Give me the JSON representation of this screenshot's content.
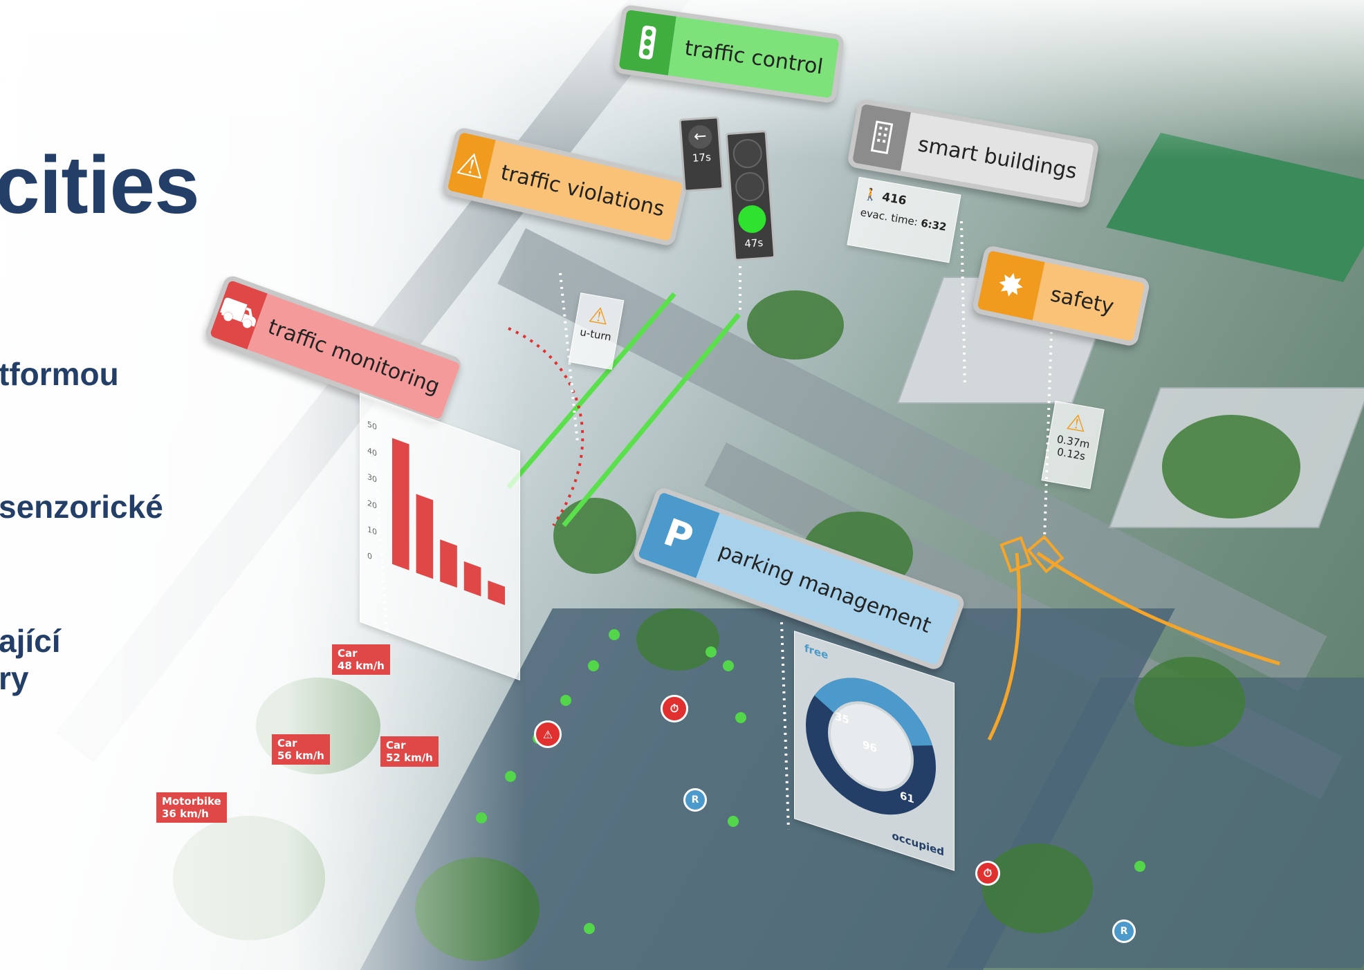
{
  "headline": {
    "title": "cities",
    "bullet1": "tformou",
    "bullet2": "senzorické",
    "bullet3_line1": "ající",
    "bullet3_line2": "ry"
  },
  "signs": {
    "traffic_control": "traffic control",
    "traffic_violations": "traffic violations",
    "smart_buildings": "smart buildings",
    "safety": "safety",
    "traffic_monitoring": "traffic monitoring",
    "parking_management": "parking management",
    "parking_letter": "P"
  },
  "traffic_light": {
    "arrow_timer": "17s",
    "green_timer": "47s"
  },
  "uturn_label": "u-turn",
  "building_info": {
    "occupants": "416",
    "evac_label": "evac. time:",
    "evac_value": "6:32"
  },
  "safety_info": {
    "distance": "0.37m",
    "time": "0.12s"
  },
  "monitoring_chart": {
    "ticks": [
      "50",
      "40",
      "30",
      "20",
      "10",
      "0"
    ],
    "bars": [
      48,
      30,
      16,
      11,
      7
    ]
  },
  "speeds": [
    {
      "line1": "Car",
      "line2": "48 km/h"
    },
    {
      "line1": "Car",
      "line2": "56 km/h"
    },
    {
      "line1": "Car",
      "line2": "52 km/h"
    },
    {
      "line1": "Motorbike",
      "line2": "36 km/h"
    }
  ],
  "parking": {
    "free_label": "free",
    "occupied_label": "occupied",
    "free": 35,
    "total": 96,
    "occupied": 61
  },
  "colors": {
    "navy": "#233f67",
    "green": "#6ed06a",
    "orange": "#f4a52a",
    "red": "#e04848",
    "blue": "#4c9acb",
    "gray": "#9a9a9a"
  },
  "icons": {
    "traffic_control": "traffic-light-icon",
    "traffic_violations": "car-warning-icon",
    "smart_buildings": "building-icon",
    "safety": "car-crash-icon",
    "traffic_monitoring": "car-pedestrian-icon",
    "parking": "parking-icon"
  }
}
